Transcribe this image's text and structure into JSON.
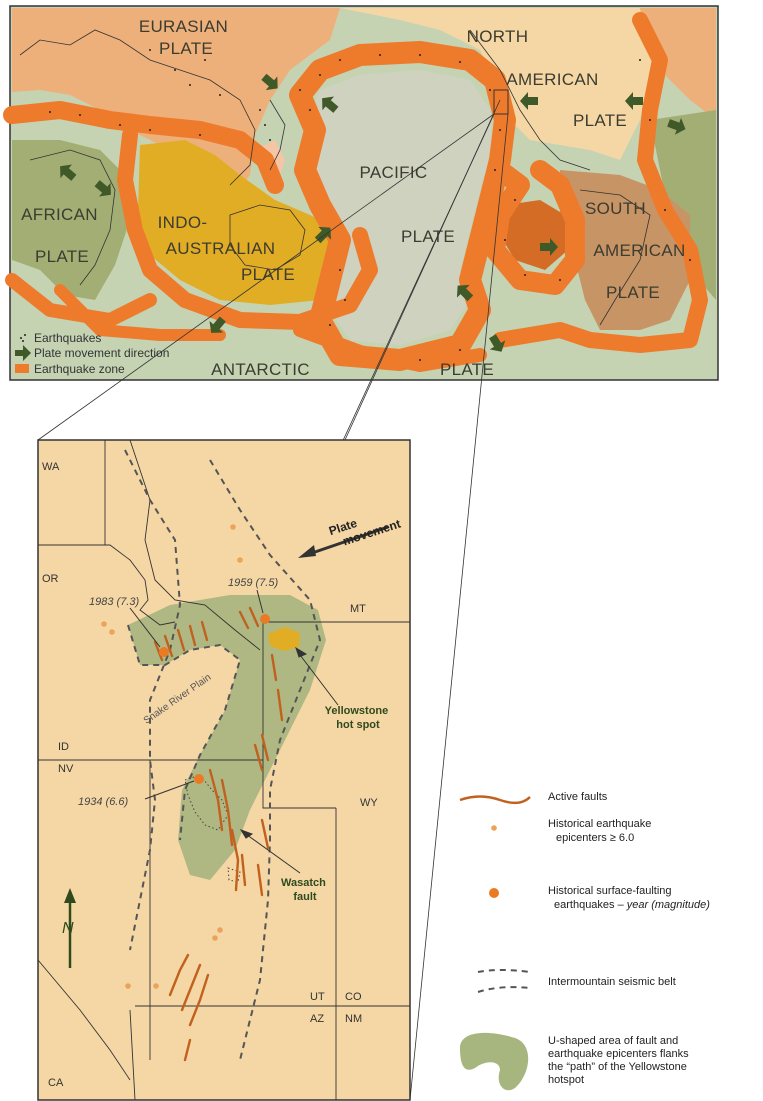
{
  "world": {
    "plates": {
      "eurasian": [
        "EURASIAN",
        "PLATE"
      ],
      "north_american": [
        "NORTH",
        "AMERICAN",
        "PLATE"
      ],
      "african": [
        "AFRICAN",
        "PLATE"
      ],
      "indo_australian": [
        "INDO-",
        "AUSTRALIAN",
        "PLATE"
      ],
      "pacific": [
        "PACIFIC",
        "PLATE"
      ],
      "south_american": [
        "SOUTH",
        "AMERICAN",
        "PLATE"
      ],
      "antarctic": [
        "ANTARCTIC",
        "PLATE"
      ]
    },
    "legend": {
      "earthquakes": "Earthquakes",
      "movement": "Plate movement direction",
      "zone": "Earthquake zone"
    },
    "colors": {
      "ocean": "#c5d3b3",
      "land": "#f5d7a5",
      "eurasia": "#eeb07a",
      "africa": "#a3ae75",
      "australia": "#e1ad24",
      "pacific": "#d0d2c0",
      "zone": "#ee7b2c",
      "arrow": "#3f5a28"
    }
  },
  "inset": {
    "states": [
      "WA",
      "OR",
      "ID",
      "NV",
      "MT",
      "WY",
      "UT",
      "CO",
      "AZ",
      "NM",
      "CA"
    ],
    "quakes": {
      "q1983": "1983 (7.3)",
      "q1959": "1959 (7.5)",
      "q1934": "1934 (6.6)"
    },
    "snake_river": "Snake River Plain",
    "yellowstone": [
      "Yellowstone",
      "hot spot"
    ],
    "wasatch": [
      "Wasatch",
      "fault"
    ],
    "plate_movement": [
      "Plate",
      "movement"
    ],
    "north": "N"
  },
  "legend": {
    "active_faults": "Active faults",
    "epicenters": [
      "Historical earthquake",
      "epicenters ≥ 6.0"
    ],
    "surface_faulting": [
      "Historical surface-faulting",
      "earthquakes – ",
      "year (magnitude)"
    ],
    "seismic_belt": "Intermountain seismic belt",
    "u_shaped": [
      "U-shaped area of fault and",
      "earthquake epicenters flanks",
      "the “path” of the Yellowstone",
      "hotspot"
    ]
  }
}
